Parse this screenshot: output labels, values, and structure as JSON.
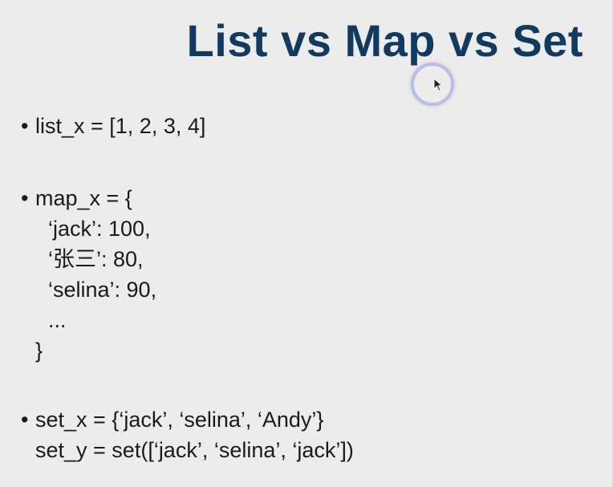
{
  "slide": {
    "title": "List vs Map vs Set",
    "bullet_marker": "•",
    "list_block": {
      "line1": "list_x = [1, 2, 3, 4]"
    },
    "map_block": {
      "line1": "map_x = {",
      "line2": "‘jack’: 100,",
      "line3": "‘张三’: 80,",
      "line4": "‘selina’: 90,",
      "line5": "...",
      "line6": "}"
    },
    "set_block": {
      "line1": "set_x = {‘jack’, ‘selina’, ‘Andy’}",
      "line2": "set_y = set([‘jack’, ‘selina’, ‘jack’])"
    },
    "cursor": {
      "icon": "mouse-pointer-icon",
      "ring_color": "#aaafe1"
    },
    "colors": {
      "title": "#123a5e",
      "background": "#ececec",
      "text": "#1a1a1a"
    }
  }
}
